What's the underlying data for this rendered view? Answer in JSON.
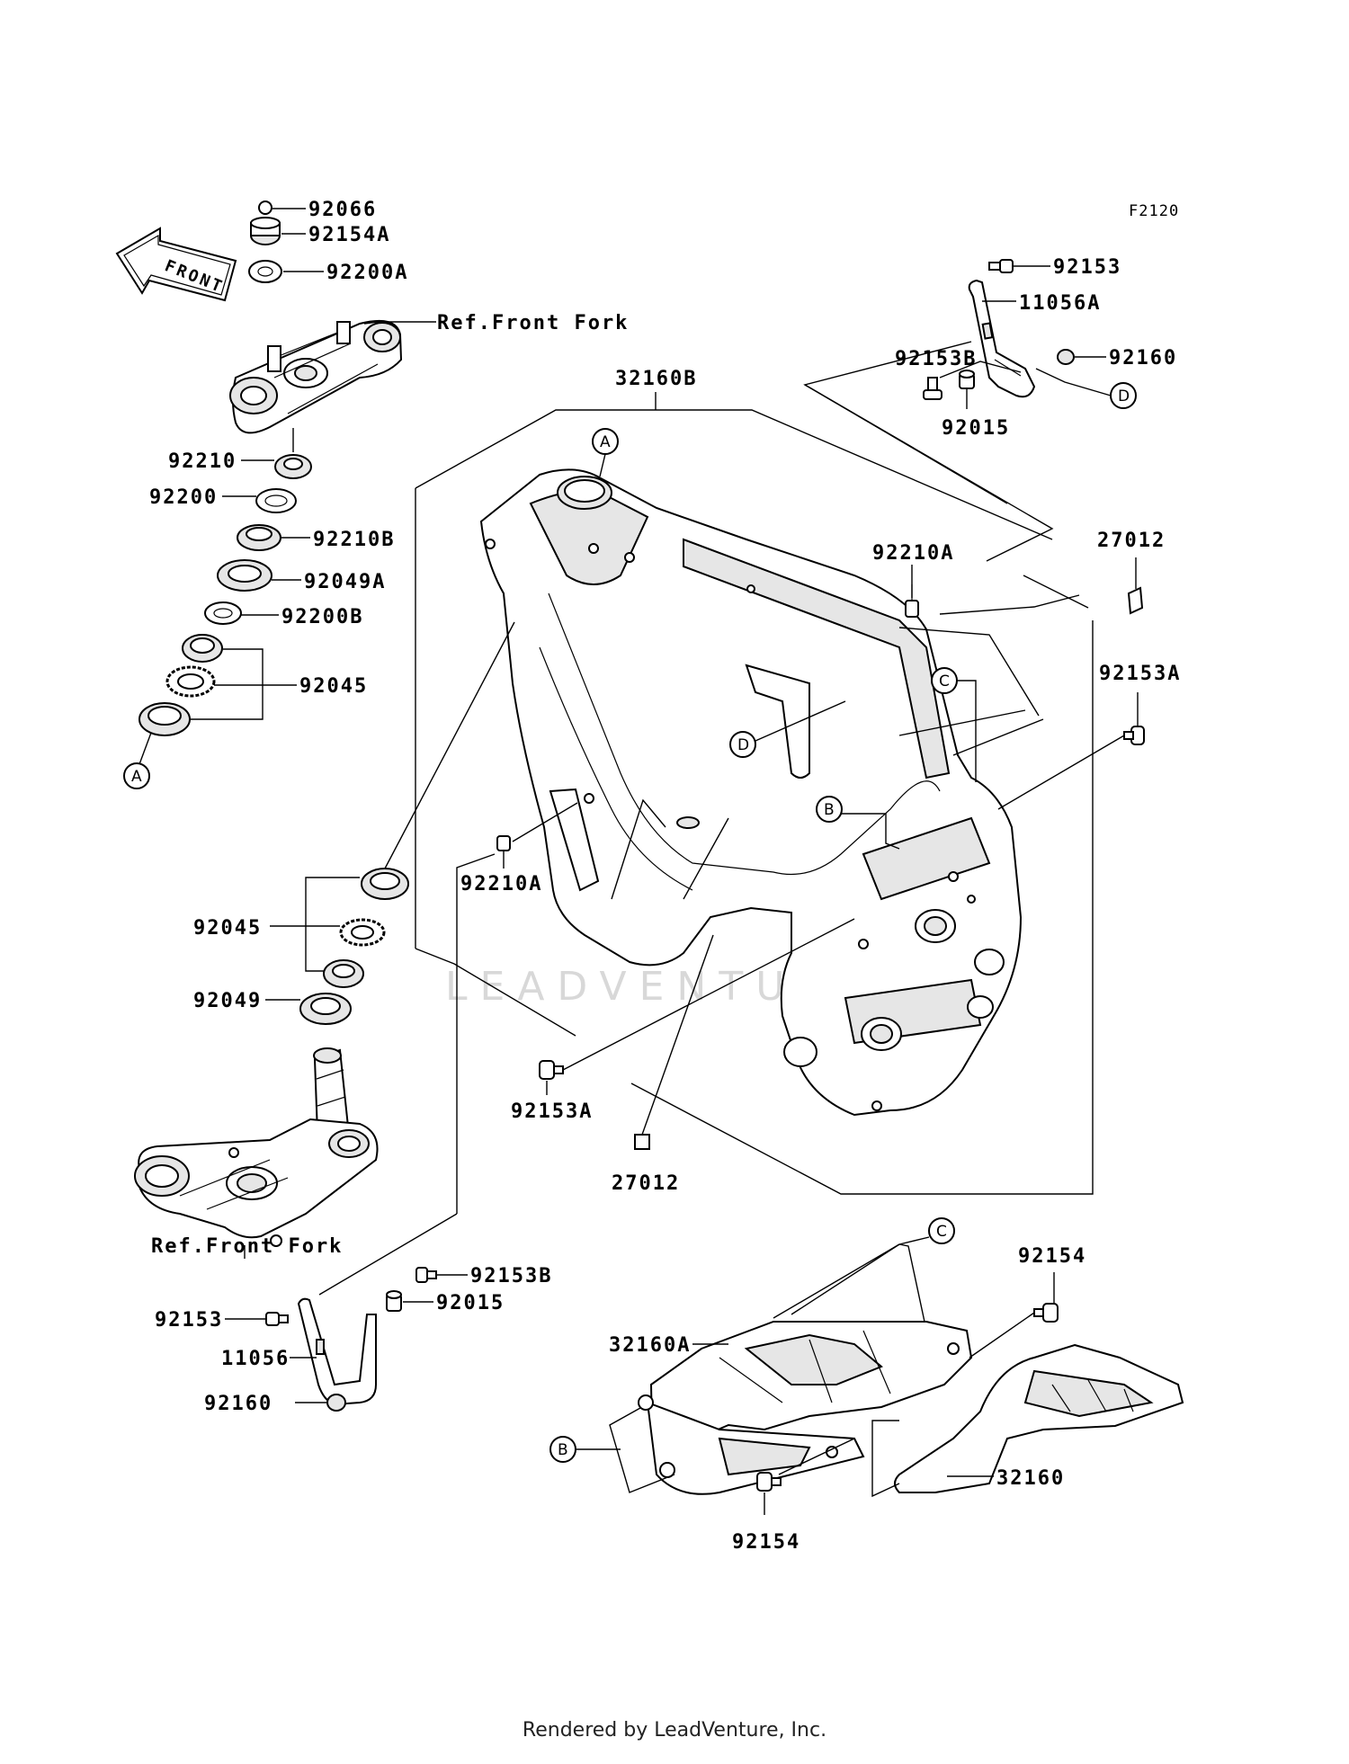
{
  "diagram": {
    "code": "F2120",
    "front_arrow_label": "FRONT",
    "watermark": "LEADVENTURE",
    "footer": "Rendered by LeadVenture, Inc.",
    "reference_labels": {
      "upper": "Ref.Front Fork",
      "lower": "Ref.Front Fork"
    },
    "parts": {
      "p92066": "92066",
      "p92154A": "92154A",
      "p92200A": "92200A",
      "p92210": "92210",
      "p92200": "92200",
      "p92210B": "92210B",
      "p92049A": "92049A",
      "p92200B": "92200B",
      "p92045_top": "92045",
      "p92045_bot": "92045",
      "p92049": "92049",
      "p32160B": "32160B",
      "p92153_top": "92153",
      "p11056A": "11056A",
      "p92153B_top": "92153B",
      "p92160_top": "92160",
      "p92015_top": "92015",
      "p92210A_right": "92210A",
      "p27012_right": "27012",
      "p92153A_right": "92153A",
      "p92210A_left": "92210A",
      "p92153A_left": "92153A",
      "p27012_bot": "27012",
      "p92153B_bot": "92153B",
      "p92015_bot": "92015",
      "p92153_bot": "92153",
      "p11056": "11056",
      "p92160_bot": "92160",
      "p32160A": "32160A",
      "p92154_top": "92154",
      "p32160": "32160",
      "p92154_bot": "92154"
    },
    "callouts": {
      "A_frame": "A",
      "A_left": "A",
      "B_frame": "B",
      "B_sub": "B",
      "C_frame": "C",
      "C_sub": "C",
      "D_frame": "D",
      "D_bracket": "D"
    }
  }
}
